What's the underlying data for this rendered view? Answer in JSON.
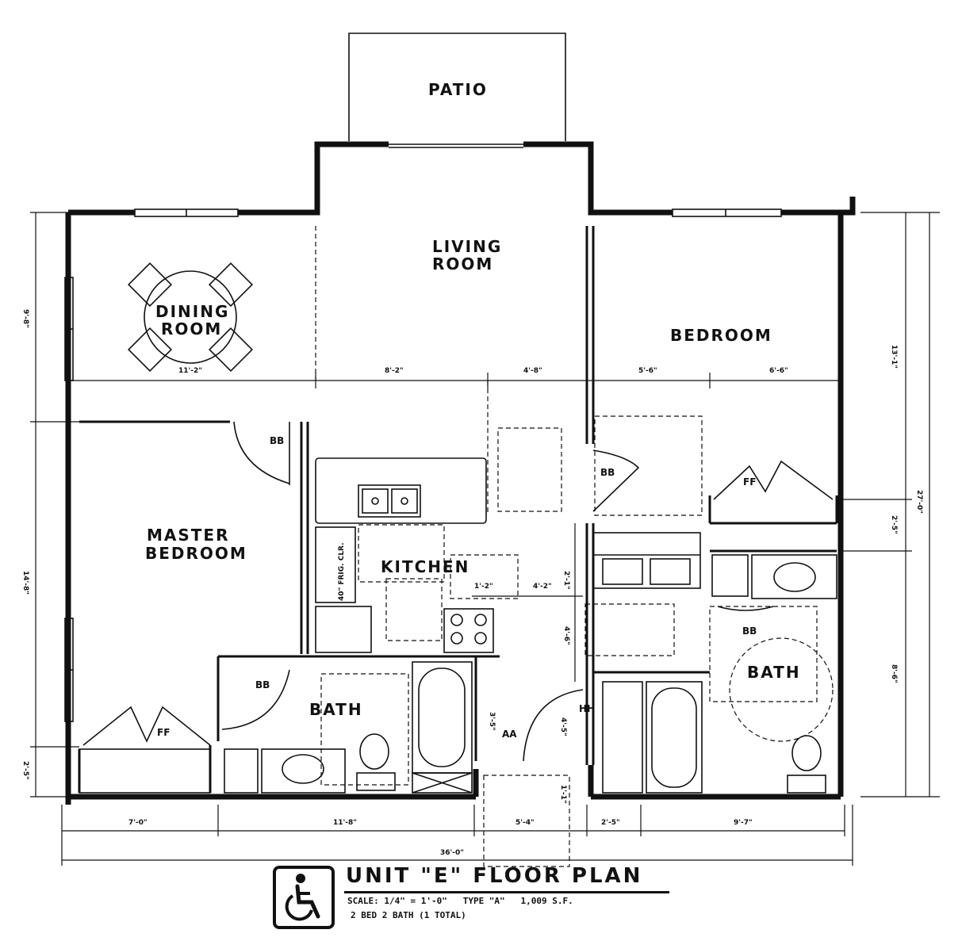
{
  "rooms": {
    "patio": "PATIO",
    "living_1": "LIVING",
    "living_2": "ROOM",
    "dining_1": "DINING",
    "dining_2": "ROOM",
    "bedroom": "BEDROOM",
    "master_1": "MASTER",
    "master_2": "BEDROOM",
    "kitchen": "KITCHEN",
    "bath_left": "BATH",
    "bath_right": "BATH"
  },
  "fixtures": {
    "bb_master": "BB",
    "bb_bed": "BB",
    "bb_bath_left": "BB",
    "bb_bath_right": "BB",
    "ff_master": "FF",
    "ff_bed": "FF",
    "aa": "AA",
    "hh": "HH",
    "fridge_clr": "40\" FRIG. CLR."
  },
  "dimensions": {
    "dining_w": "11'-2\"",
    "living_w": "8'-2\"",
    "kitchen_w": "4'-8\"",
    "bed_w1": "5'-6\"",
    "bed_w2": "6'-6\"",
    "dining_h": "9'-8\"",
    "master_h": "14'-8\"",
    "master_closet_h": "2'-5\"",
    "bed_h": "13'-1\"",
    "bed_closet_h": "2'-5\"",
    "bath_r_h": "8'-6\"",
    "overall_h": "27'-0\"",
    "k_dim1": "2'-1\"",
    "k_dim2": "1'-2\"",
    "k_dim3": "4'-2\"",
    "k_dim4": "4'-6\"",
    "hall_dim1": "3'-5\"",
    "hall_dim2": "4'-5\"",
    "hall_dim3": "1'-1\"",
    "bot_1": "7'-0\"",
    "bot_2": "11'-8\"",
    "bot_3": "5'-4\"",
    "bot_4": "2'-5\"",
    "bot_5": "9'-7\"",
    "overall_w": "36'-0\""
  },
  "title_block": {
    "icon": "wheelchair-accessible-icon",
    "title": "UNIT \"E\" FLOOR PLAN",
    "scale": "SCALE: 1/4\" = 1'-0\"   TYPE \"A\"   1,009 S.F.",
    "units": "2 BED 2 BATH (1 TOTAL)"
  },
  "colors": {
    "ink": "#111111",
    "paper": "#ffffff"
  }
}
